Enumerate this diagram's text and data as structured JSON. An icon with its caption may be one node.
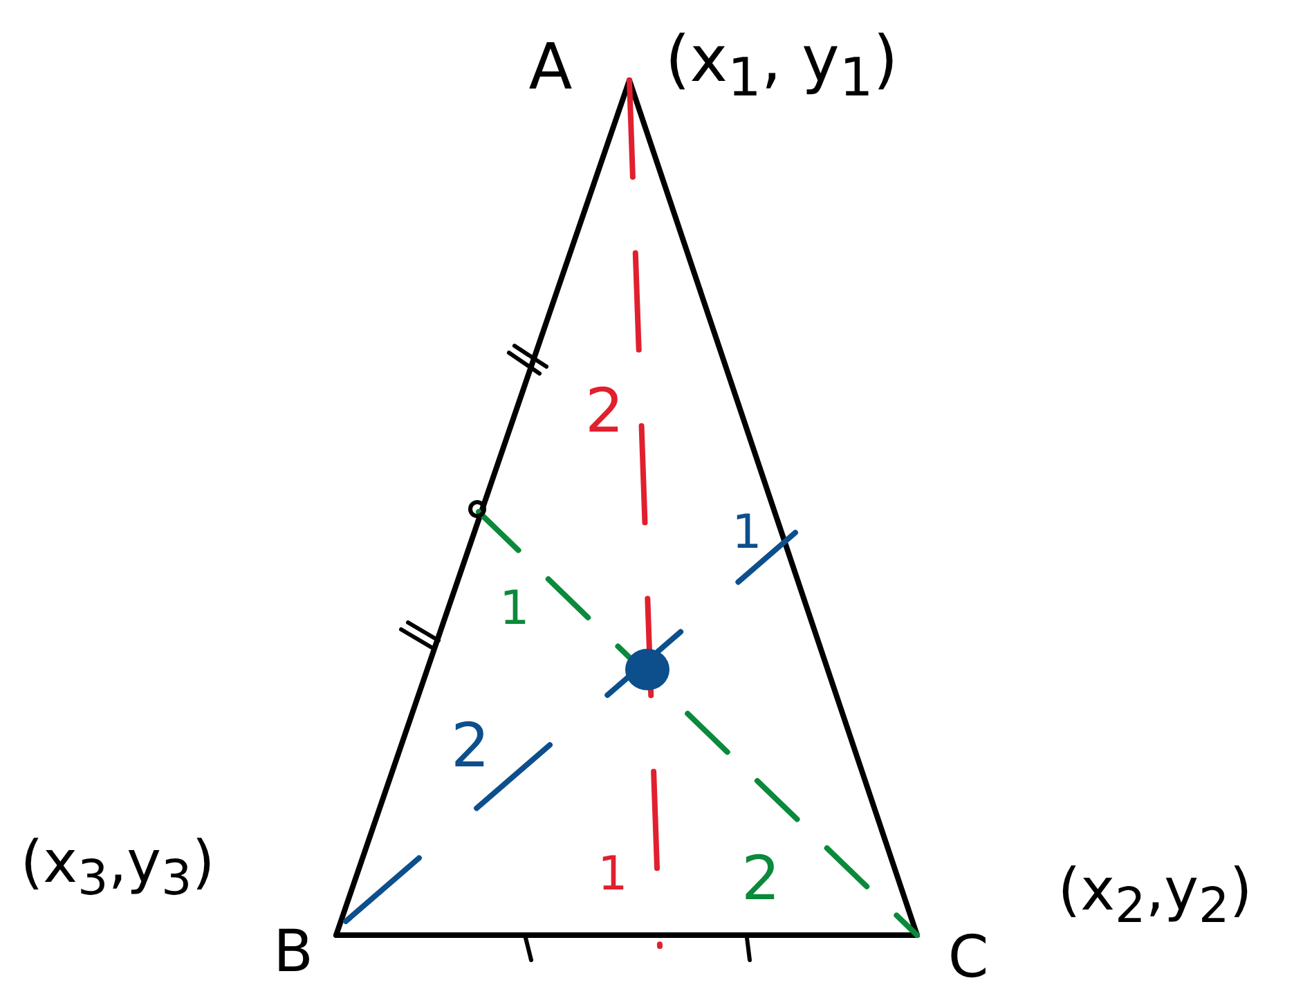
{
  "diagram": {
    "labels": [
      "A",
      "(x$_{1}$, y$_{1}$)",
      "2",
      "1",
      "1",
      "2",
      "1",
      "2",
      "(x$_{3}$,y$_{3}$)",
      "(x$_{2}$,y$_{2}$)",
      "B",
      "C"
    ]
  }
}
